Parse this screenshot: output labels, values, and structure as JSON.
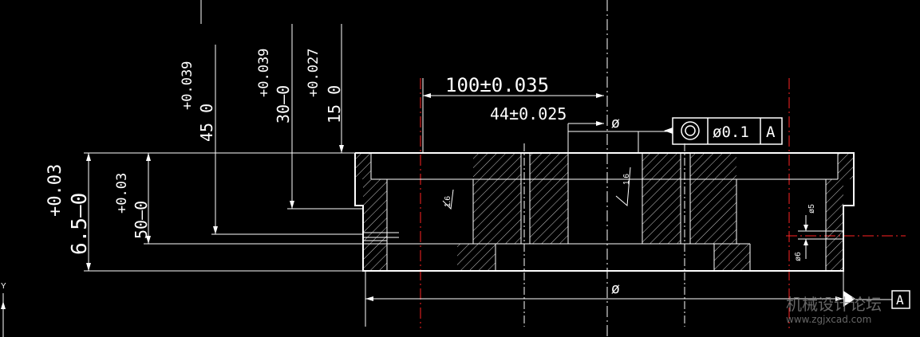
{
  "drawing": {
    "dims": {
      "d100": "100±0.035",
      "d44": "44±0.025",
      "dia_top": "ø",
      "dia_bottom": "ø",
      "h65_main": "6.5–0",
      "h65_tol": "+0.03",
      "h50_main": "50–0",
      "h50_tol": "+0.03",
      "h45_main": "45  0",
      "h45_tol": "+0.039",
      "h30_main": "30–0",
      "h30_tol": "+0.039",
      "h15_main": "15  0",
      "h15_tol": "+0.027",
      "hole_d5": "ø5",
      "hole_d6": "ø6"
    },
    "roughness": {
      "left": "1.6",
      "center": "1.6"
    },
    "gdt": {
      "symbol": "◎",
      "tolerance": "ø0.1",
      "datum": "A"
    },
    "datum_marker": "A",
    "ucs_label": "Y",
    "watermark": {
      "line1": "机械设计论坛",
      "line2": "www.zgjxcad.com"
    },
    "colors": {
      "background": "#000000",
      "lines": "#ffffff",
      "centerline": "#ff2222",
      "watermark": "#888888"
    }
  }
}
